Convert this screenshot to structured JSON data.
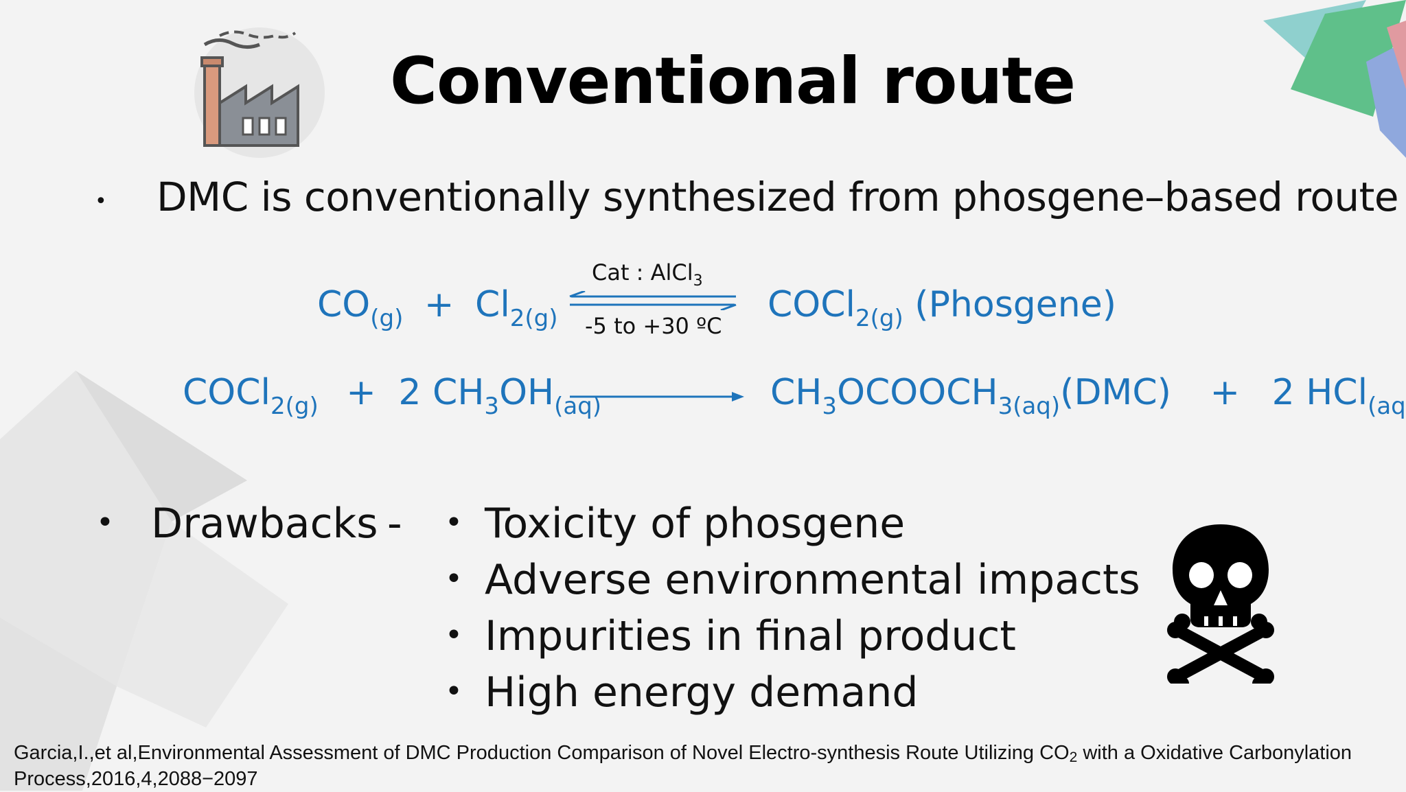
{
  "slide": {
    "title": "Conventional route",
    "intro_bullet": "•",
    "intro": "DMC is conventionally synthesized from phosgene–based route"
  },
  "reaction1": {
    "co": "CO",
    "co_state": "(g)",
    "plus": "+",
    "cl": "Cl",
    "cl_sub": "2(g)",
    "condition_top_a": "Cat : AlCl",
    "condition_top_sub": "3",
    "condition_bottom": "-5 to +30 ºC",
    "product": "COCl",
    "product_sub": "2(g)",
    "product_name": "(Phosgene)"
  },
  "reaction2": {
    "reactant1": "COCl",
    "reactant1_sub": "2(g)",
    "plus1": "+",
    "reactant2_a": "2 CH",
    "reactant2_sub1": "3",
    "reactant2_b": "OH",
    "reactant2_sub2": "(aq)",
    "product1_a": "CH",
    "product1_sub1": "3",
    "product1_b": "OCOOCH",
    "product1_sub2": "3(aq)",
    "product1_name": "(DMC)",
    "plus2": "+",
    "product2": "2 HCl",
    "product2_sub": "(aq)"
  },
  "drawbacks": {
    "bullet": "•",
    "label": "Drawbacks",
    "dash": "-",
    "items": [
      "Toxicity of phosgene",
      "Adverse environmental impacts",
      "Impurities in final product",
      "High energy demand"
    ]
  },
  "reference": {
    "text_a": "Garcia,I.,et al,Environmental Assessment of DMC Production Comparison of Novel Electro-synthesis Route Utilizing CO",
    "text_sub": "2",
    "text_b": " with a  Oxidative Carbonylation Process,2016,4,2088−2097"
  },
  "colors": {
    "equation": "#1e74bb",
    "text": "#111111"
  },
  "icons": [
    "factory-icon",
    "skull-crossbones-icon"
  ]
}
